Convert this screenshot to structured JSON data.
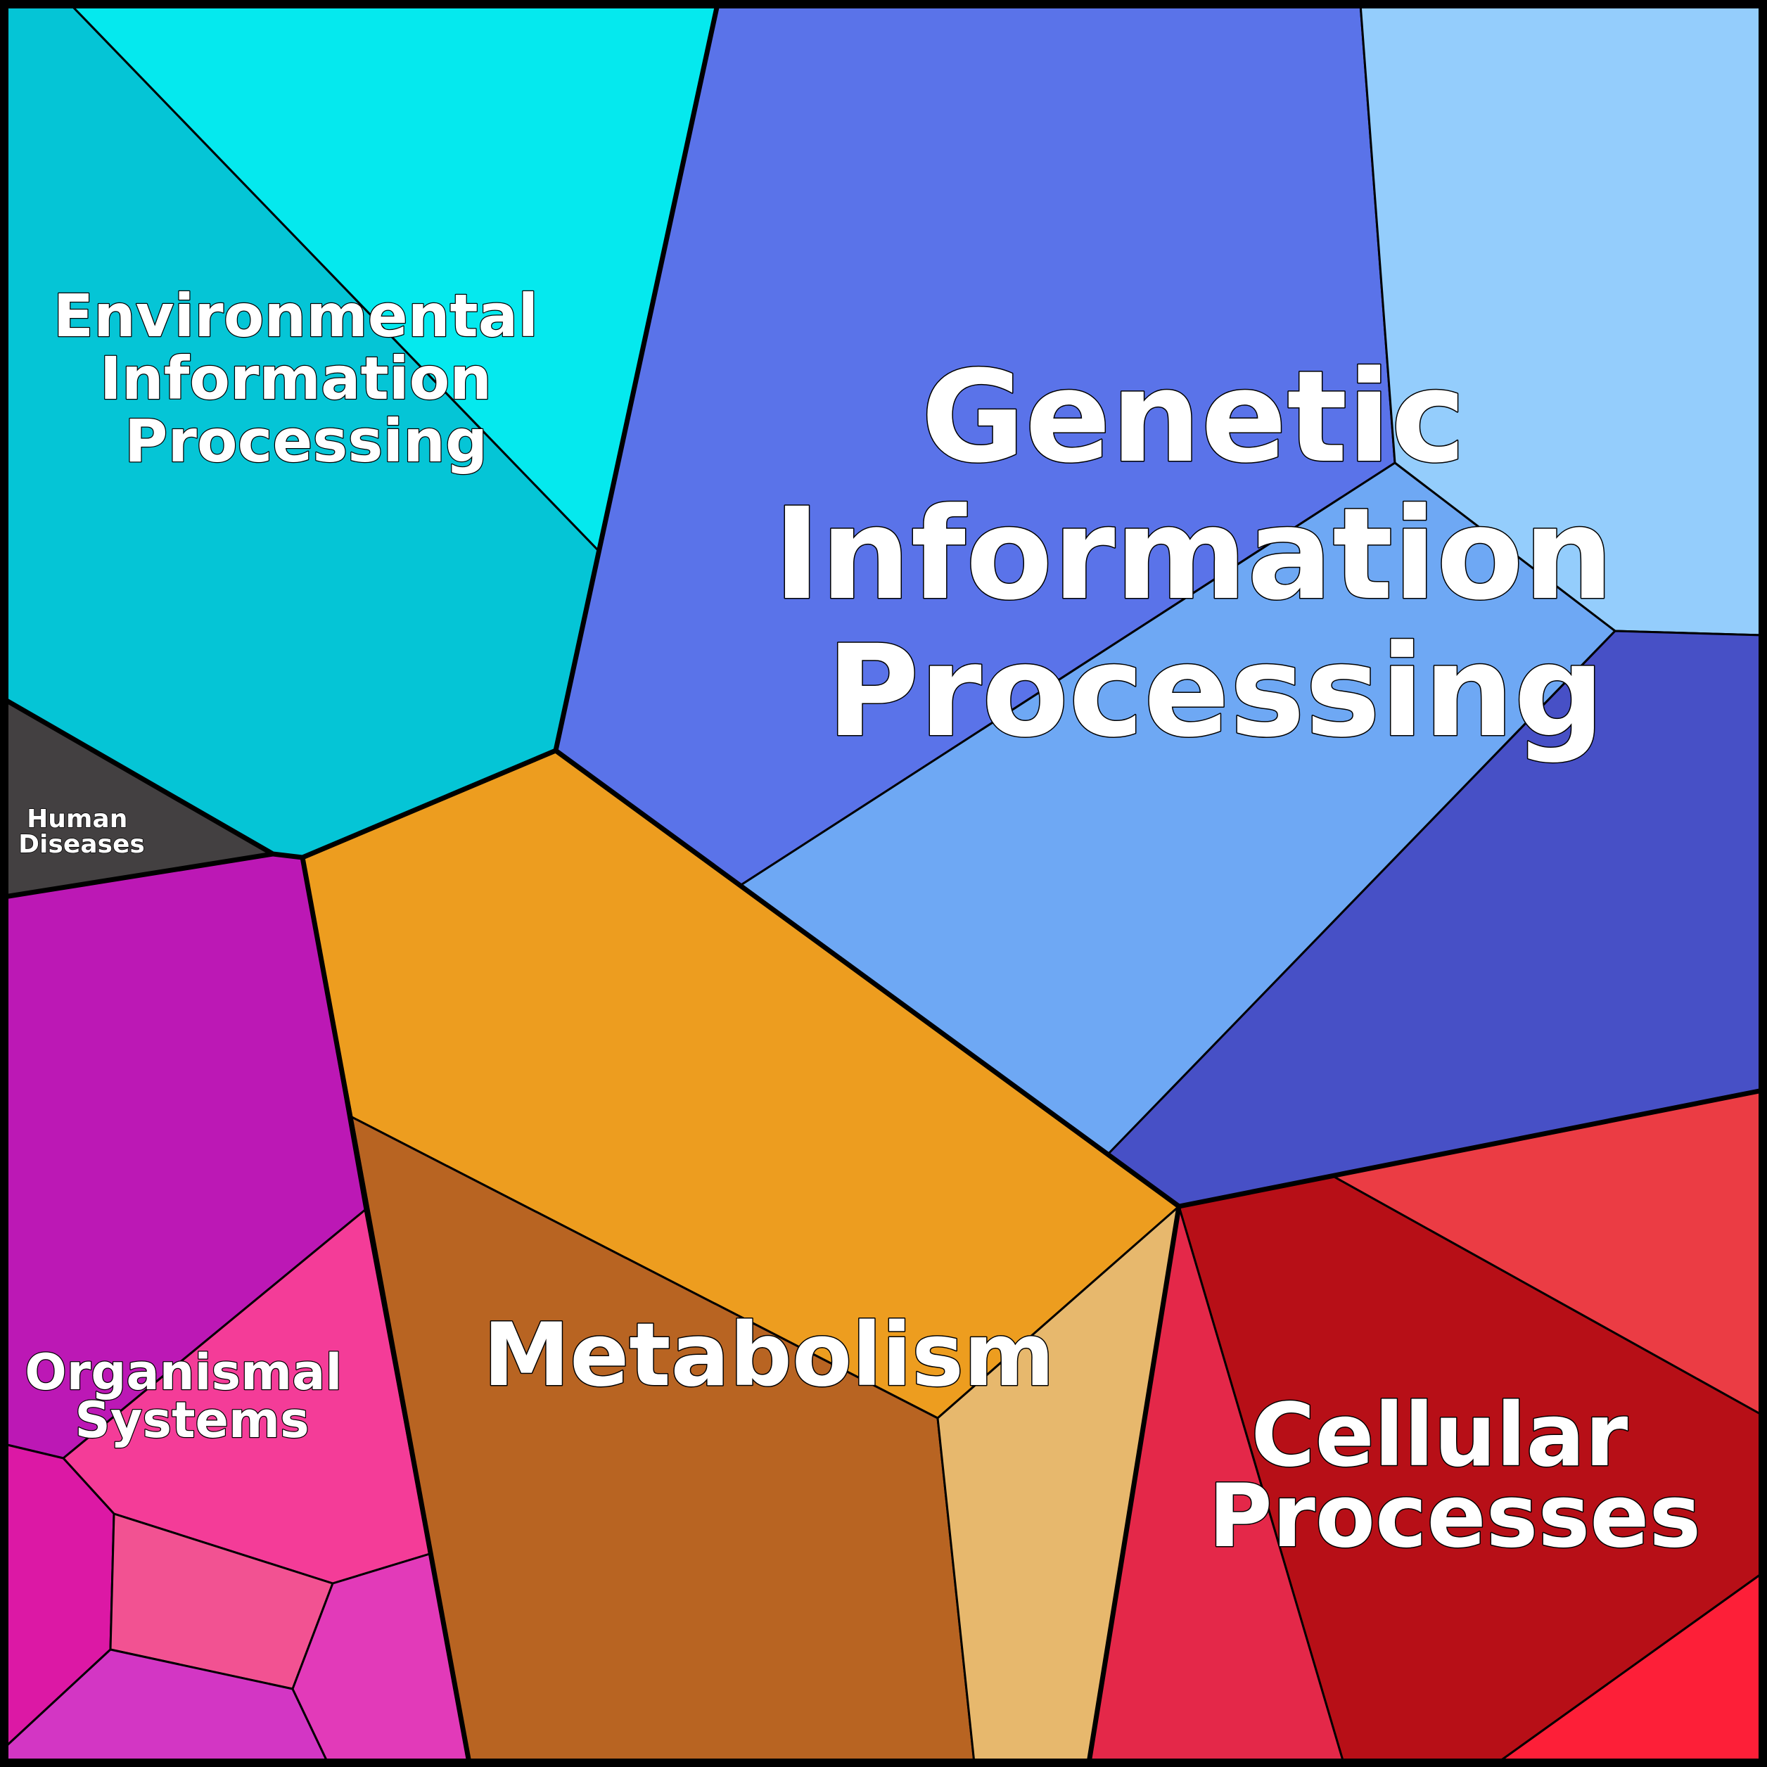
{
  "categories": [
    {
      "id": "genetic",
      "lines": [
        "Genetic",
        "Information",
        "Processing"
      ],
      "colors": [
        "#5a73e9",
        "#94cdfc",
        "#6ea8f4",
        "#4750c6"
      ]
    },
    {
      "id": "environmental",
      "lines": [
        "Environmental",
        "Information",
        "Processing"
      ],
      "colors": [
        "#05c5d6",
        "#05e9ee"
      ]
    },
    {
      "id": "metabolism",
      "lines": [
        "Metabolism"
      ],
      "colors": [
        "#ed9d1f",
        "#b86422",
        "#e7b86d"
      ]
    },
    {
      "id": "cellular",
      "lines": [
        "Cellular",
        "Processes"
      ],
      "colors": [
        "#b70f17",
        "#eb3c44",
        "#e42849",
        "#fd1f38"
      ]
    },
    {
      "id": "organismal",
      "lines": [
        "Organismal",
        "Systems"
      ],
      "colors": [
        "#bc18b5",
        "#f43c98",
        "#dc18a5",
        "#f25292",
        "#d336c4",
        "#e23ab9"
      ]
    },
    {
      "id": "human",
      "lines": [
        "Human",
        "Diseases"
      ],
      "colors": [
        "#434041"
      ]
    }
  ]
}
